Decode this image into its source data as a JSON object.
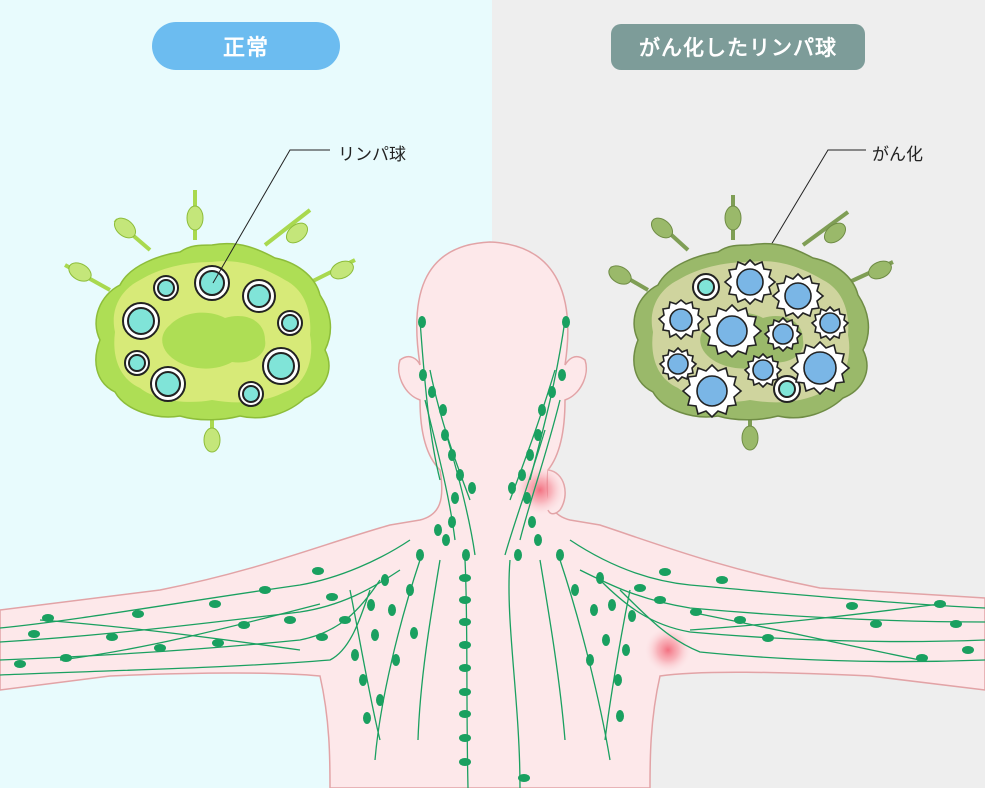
{
  "panels": {
    "normal": {
      "title": "正常",
      "callout": "リンパ球"
    },
    "cancer": {
      "title": "がん化したリンパ球",
      "callout": "がん化"
    }
  },
  "colors": {
    "normal_bg": "#e8fbfd",
    "cancer_bg": "#eeeeee",
    "normal_title_bg": "#6cbcf0",
    "cancer_title_bg": "#7d9c99",
    "skin": "#fde8ea",
    "skin_outline": "#e2a3a6",
    "lymph_vessel": "#1aa060",
    "lymph_node": "#1aa060",
    "swelling": "#f26b7c",
    "node_normal_outer": "#aede55",
    "node_normal_inner": "#d7ea78",
    "node_cancer_outer": "#9ab96a",
    "node_cancer_inner": "#cfd49e",
    "cell_normal": "#80e4d8",
    "cell_cancer": "#7ab6e6"
  },
  "icons": [
    "lymph-node-normal-icon",
    "lymph-node-cancer-icon",
    "lymphocyte-icon",
    "cancerous-lymphocyte-icon",
    "human-upper-body-icon",
    "swollen-node-icon"
  ]
}
